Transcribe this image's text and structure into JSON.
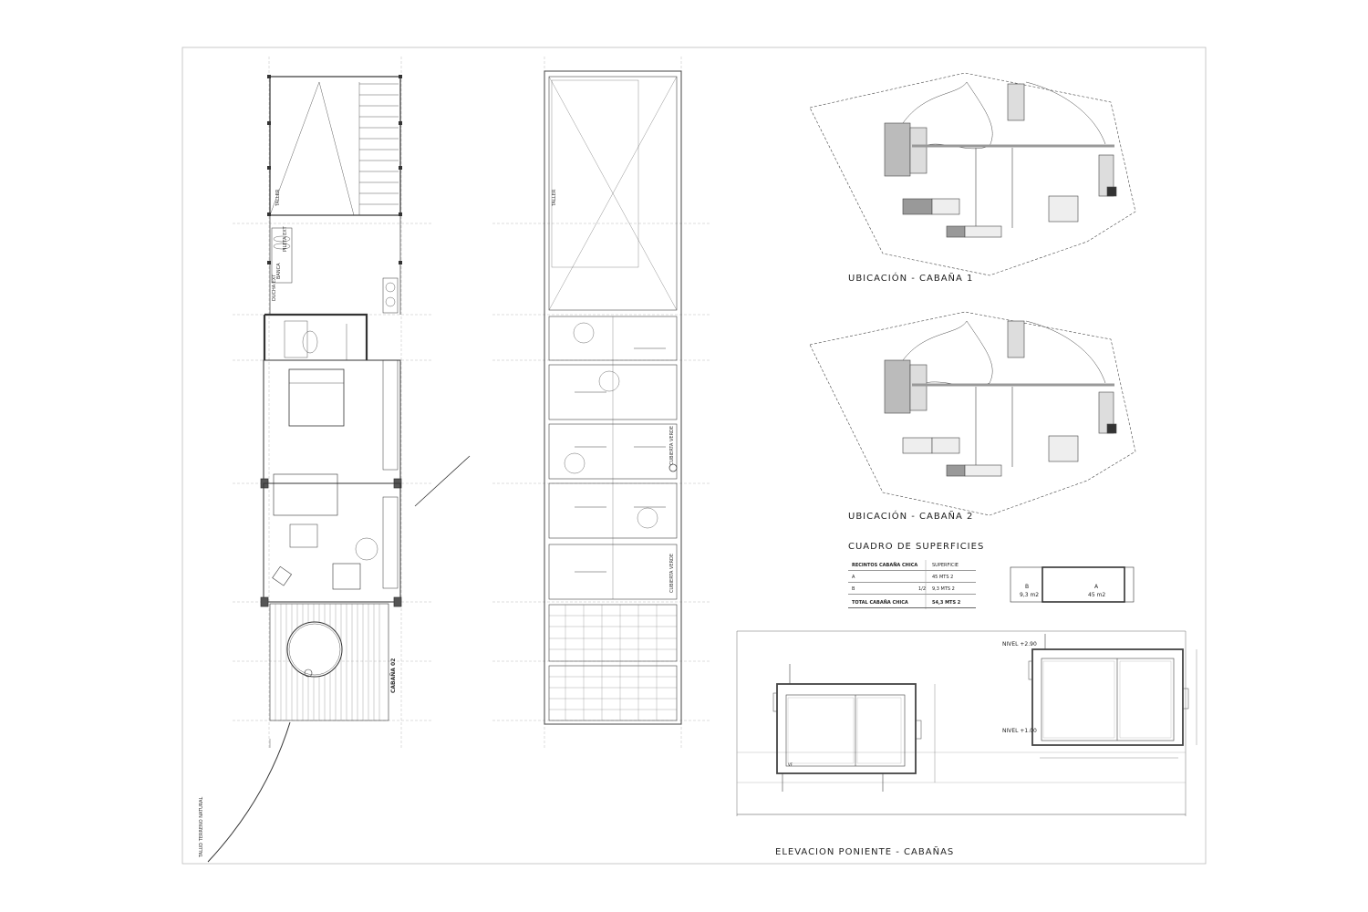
{
  "labels": {
    "ubicacion_1": "UBICACIÓN  -  CABAÑA 1",
    "ubicacion_2": "UBICACIÓN  -  CABAÑA 2",
    "cuadro": "CUADRO DE SUPERFICIES",
    "elevacion": "ELEVACION  PONIENTE  -  CABAÑAS",
    "nivel_top": "NIVEL +2.90",
    "nivel_bottom": "NIVEL +1.00",
    "talud": "TALUD TERRENO NATURAL",
    "cabana_02": "CABAÑA 02",
    "cubierta_1": "CUBIERTA VERDE",
    "cubierta_2": "CUBIERTA VERDE",
    "taller_1": "TALLER",
    "taller_2": "TALLER",
    "banca": "BANCA",
    "ducha": "DUCHA EXT",
    "pileta": "PILETA EXT",
    "vf": "VF"
  },
  "superficies": {
    "header": [
      "RECINTOS  CABAÑA CHICA",
      "SUPERFICIE"
    ],
    "rows": [
      {
        "recinto": "A",
        "factor": "",
        "superficie": "45 MTS 2"
      },
      {
        "recinto": "B",
        "factor": "1/2",
        "superficie": "9,3 MTS 2"
      }
    ],
    "total": {
      "recinto": "TOTAL  CABAÑA CHICA",
      "superficie": "54,3 MTS 2"
    }
  },
  "diagram_boxes": {
    "b": {
      "letter": "B",
      "area": "9,3 m2"
    },
    "a": {
      "letter": "A",
      "area": "45 m2"
    }
  }
}
